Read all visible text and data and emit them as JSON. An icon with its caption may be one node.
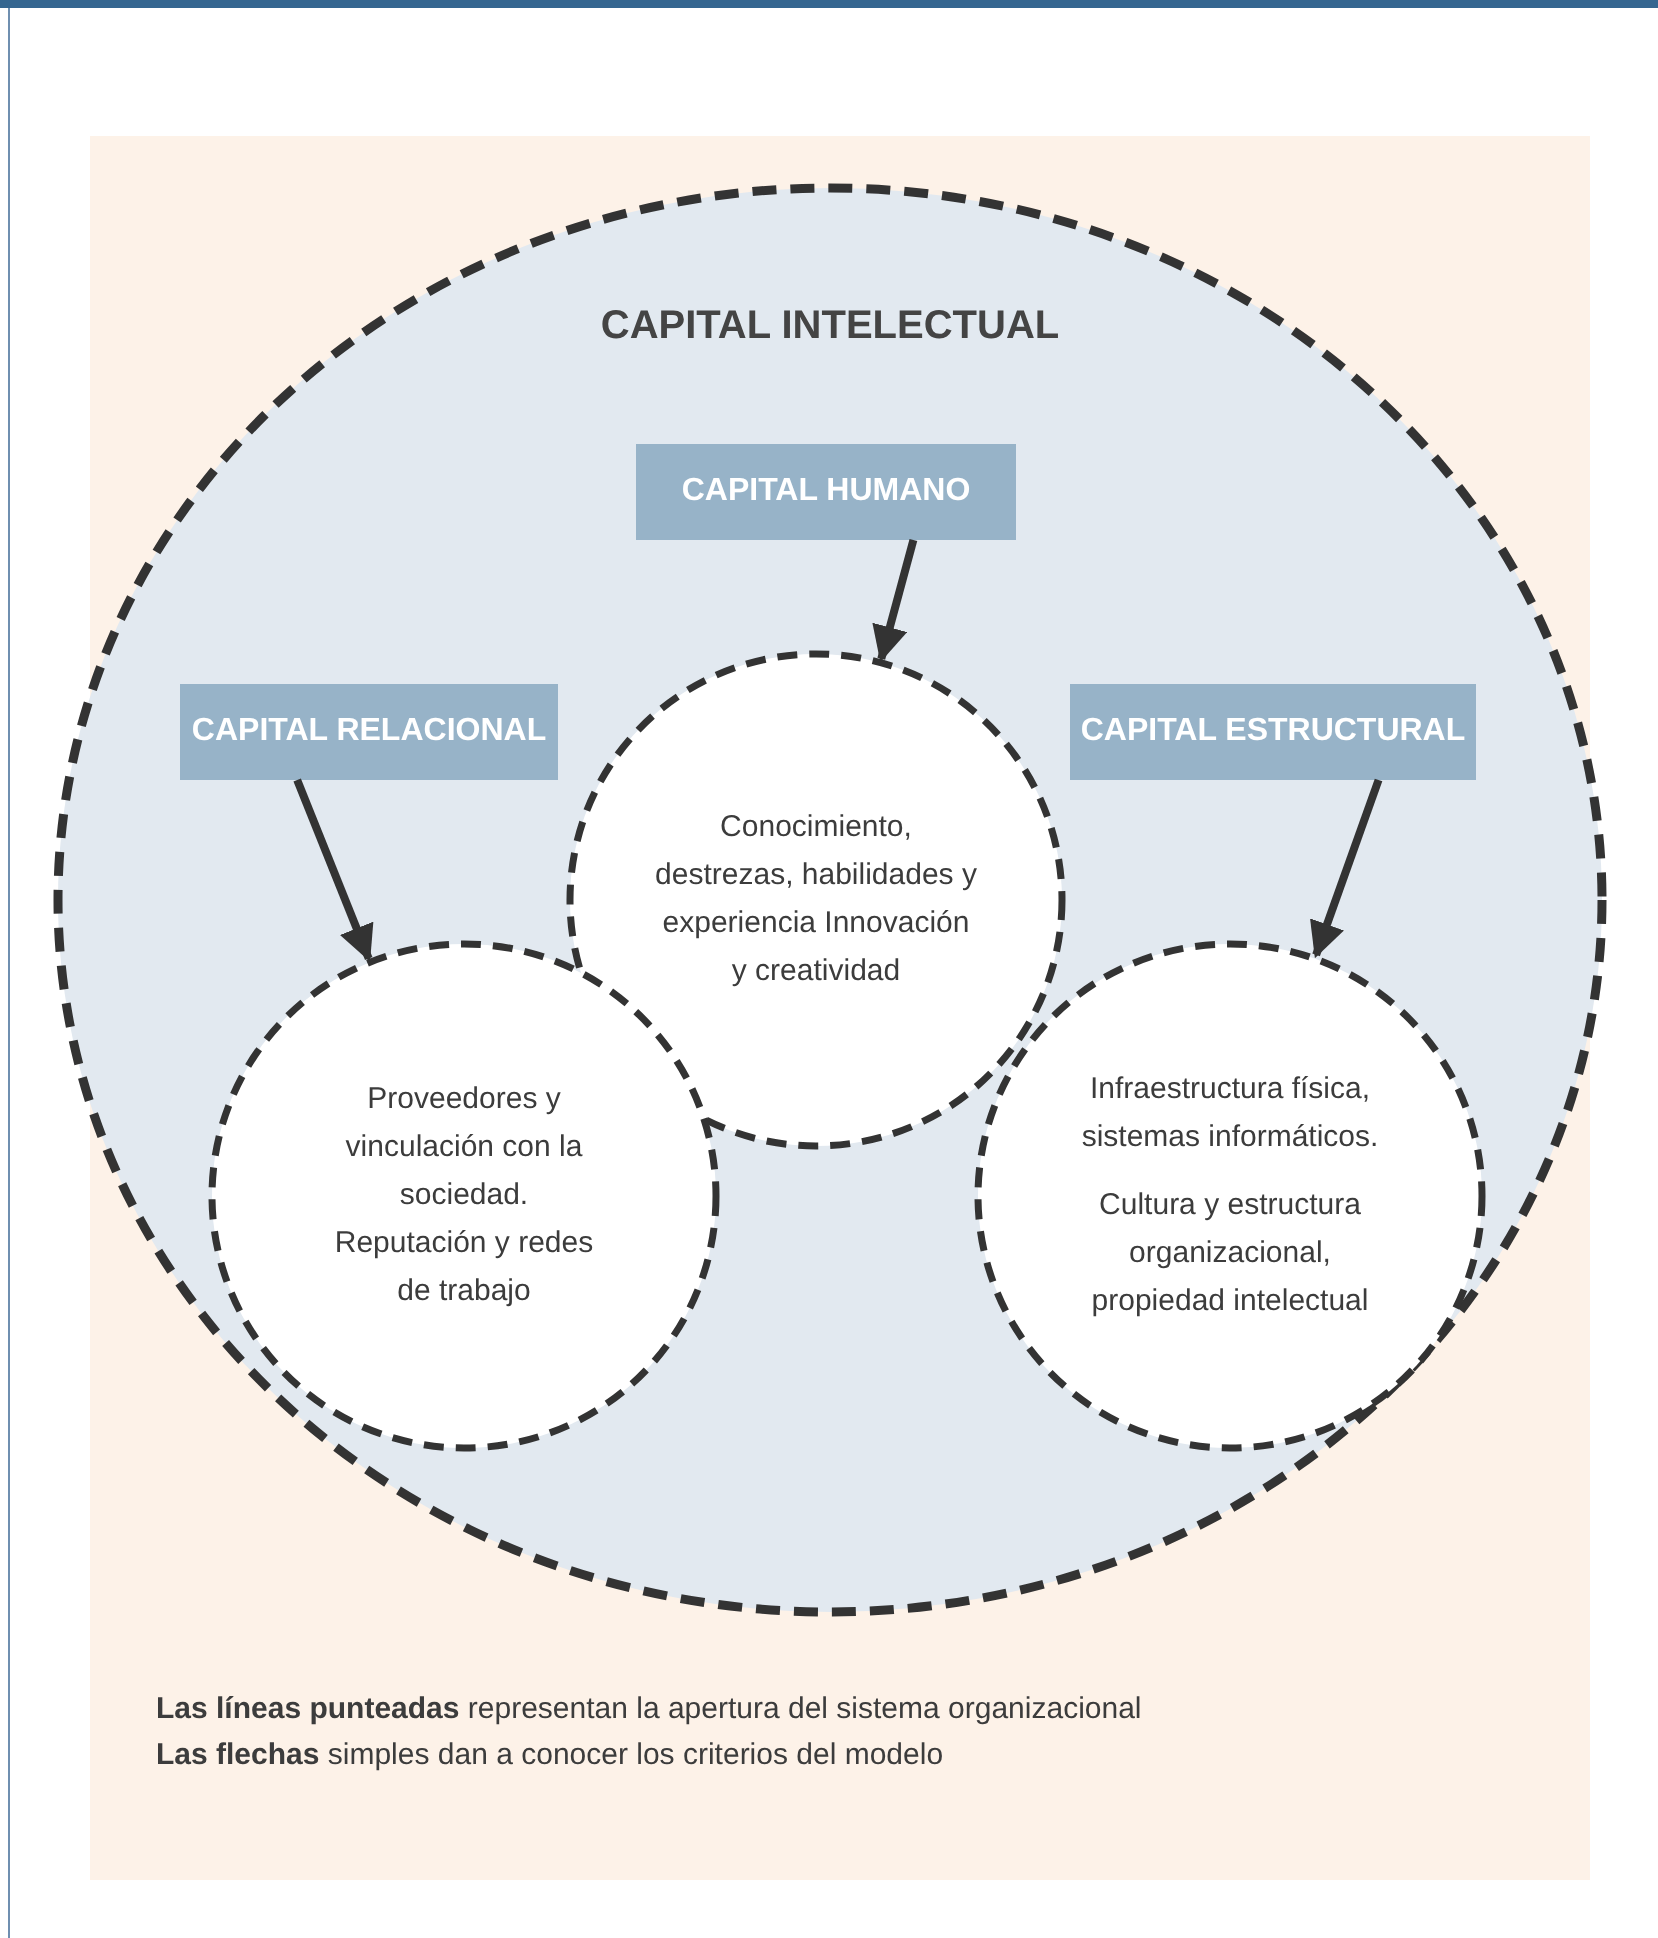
{
  "diagram": {
    "nodes": [
      {
        "text": [
          "CAPITAL INTELECTUAL"
        ]
      },
      {
        "text": [
          "CAPITAL HUMANO"
        ],
        "in": 0
      },
      {
        "text": [
          "CAPITAL RELACIONAL"
        ],
        "in": 0
      },
      {
        "text": [
          "CAPITAL ESTRUCTURAL"
        ],
        "in": 0
      },
      {
        "text": [
          "Conocimiento, destrezas, habilidades y experiencia Innovación y creatividad"
        ],
        "in": 0
      },
      {
        "text": [
          "Proveedores y vinculación con la sociedad. Reputación y redes de trabajo"
        ],
        "in": 0
      },
      {
        "text": [
          "Infraestructura física, sistemas informáticos.",
          "Cultura y estructura organizacional, propiedad intelectual"
        ],
        "in": 0
      }
    ],
    "edges": [
      {
        "from": 1,
        "to": 4,
        "arrow": "to"
      },
      {
        "from": 2,
        "to": 5,
        "arrow": "to"
      },
      {
        "from": 3,
        "to": 6,
        "arrow": "to"
      }
    ],
    "labels": [
      "**Las líneas punteadas** representan la apertura del sistema organizacional",
      "**Las flechas** simples dan a conocer los criterios del modelo"
    ]
  }
}
